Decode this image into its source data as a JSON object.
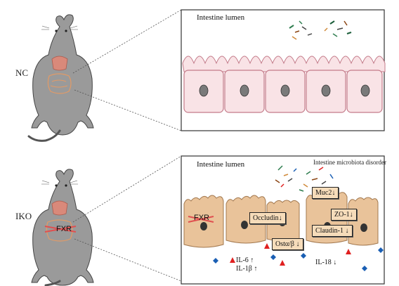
{
  "groups": [
    {
      "label": "NC",
      "lumen_label": "Intestine lumen"
    },
    {
      "label": "IKO",
      "lumen_label": "Intestine lumen",
      "note": "Intestine microbiota disorder"
    }
  ],
  "mouse_labels": {
    "iko_gut": "FXR"
  },
  "iko_cells": {
    "fxr_label": "FXR"
  },
  "markers": {
    "muc2": "Muc2↓",
    "occludin": "Occludin↓",
    "zo1": "ZO-1↓",
    "claudin1": "Claudin-1 ↓",
    "ost": "Ostα/β ↓",
    "il6": "IL-6 ↑",
    "il1b": "IL-1β ↑",
    "il18": "IL-18 ↓"
  },
  "colors": {
    "nc_cell": "#f9e3e6",
    "nc_cell_border": "#c47b8a",
    "iko_cell": "#e9c39a",
    "iko_cell_border": "#a2784f",
    "triangle": "#e02020",
    "diamond": "#1a5fb4",
    "mouse": "#9a9a9a",
    "fxr_cross": "#e05050"
  }
}
